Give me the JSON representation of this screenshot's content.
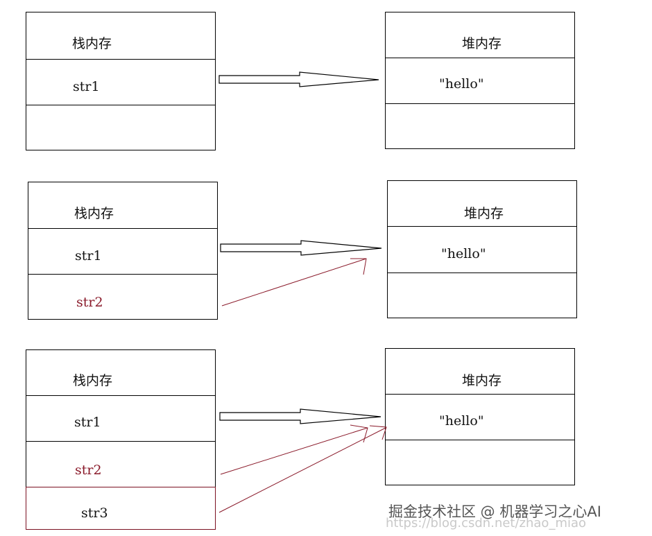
{
  "diagrams": [
    {
      "stack": {
        "title": "栈内存",
        "vars": [
          "str1"
        ]
      },
      "heap": {
        "title": "堆内存",
        "value": "\"hello\""
      }
    },
    {
      "stack": {
        "title": "栈内存",
        "vars": [
          "str1",
          "str2"
        ]
      },
      "heap": {
        "title": "堆内存",
        "value": "\"hello\""
      }
    },
    {
      "stack": {
        "title": "栈内存",
        "vars": [
          "str1",
          "str2",
          "str3"
        ]
      },
      "heap": {
        "title": "堆内存",
        "value": "\"hello\""
      }
    }
  ],
  "watermark": {
    "text": "掘金技术社区 @ 机器学习之心AI",
    "faded_text": "https://blog.csdn.net/zhao_miao"
  },
  "colors": {
    "line": "#000000",
    "pointer": "#8a1a2a"
  }
}
